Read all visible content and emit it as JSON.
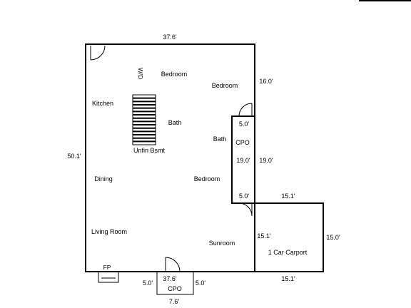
{
  "dimensions": {
    "top": "37.6'",
    "left": "50.1'",
    "right_upper": "16.0'",
    "right_cpo": "19.0'",
    "carport_top": "15.1'",
    "carport_right": "15.0'",
    "carport_bottom": "15.1'",
    "carport_left": "15.1'",
    "cpo_side_top": "5.0'",
    "cpo_side_mid": "19.0'",
    "cpo_side_bottom": "5.0'",
    "bottom_center": "37.6'",
    "bottom_left": "5.0'",
    "bottom_right": "5.0'",
    "bottom_cpo_width": "7.6'"
  },
  "rooms": {
    "bedroom_1": "Bedroom",
    "bedroom_2": "Bedroom",
    "bedroom_3": "Bedroom",
    "kitchen": "Kitchen",
    "bath_1": "Bath",
    "bath_2": "Bath",
    "unfin_bsmt": "Unfin Bsmt",
    "dining": "Dining",
    "living_room": "Living Room",
    "sunroom": "Sunroom",
    "carport": "1 Car Carport",
    "cpo_side": "CPO",
    "cpo_bottom": "CPO",
    "fireplace": "FP",
    "wd": "W/D"
  }
}
